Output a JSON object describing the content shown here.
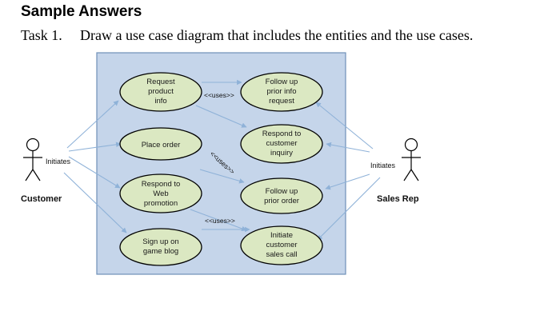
{
  "heading": "Sample Answers",
  "task": {
    "number": "Task 1.",
    "text": "Draw a use case diagram that includes the entities and the use cases."
  },
  "actors": {
    "customer": {
      "name": "Customer",
      "relation": "Initiates"
    },
    "sales_rep": {
      "name": "Sales Rep",
      "relation": "Initiates"
    }
  },
  "use_cases": {
    "request_info": [
      "Request",
      "product",
      "info"
    ],
    "place_order": [
      "Place order"
    ],
    "respond_web": [
      "Respond to",
      "Web",
      "promotion"
    ],
    "sign_up_blog": [
      "Sign up on",
      "game blog"
    ],
    "follow_up_info": [
      "Follow up",
      "prior info",
      "request"
    ],
    "respond_inquiry": [
      "Respond to",
      "customer",
      "inquiry"
    ],
    "follow_up_order": [
      "Follow up",
      "prior order"
    ],
    "initiate_call": [
      "Initiate",
      "customer",
      "sales call"
    ]
  },
  "relations": {
    "uses_top": "<<uses>>",
    "uses_diag": "<<uses>>",
    "uses_bottom": "<<uses>>"
  },
  "colors": {
    "system_fill": "#c5d5ea",
    "system_border": "#6f8fb8",
    "usecase_fill": "#dbe8c2",
    "usecase_border": "#000000",
    "arrow": "#8fb2d8"
  }
}
